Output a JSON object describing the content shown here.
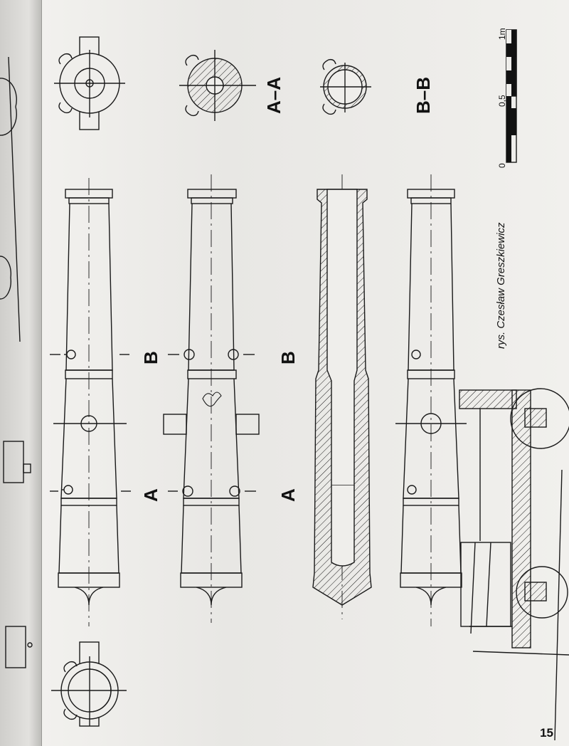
{
  "section_labels": {
    "a_a": "A–A",
    "b_b": "B–B",
    "cut_a": "A",
    "cut_b": "B"
  },
  "scale": {
    "ticks": [
      "0",
      "0,5",
      "1m"
    ]
  },
  "credit": "rys. Czesław Greszkiewicz",
  "page_number": "15",
  "colors": {
    "ink": "#1a1a1a",
    "paper": "#efeeeb"
  }
}
